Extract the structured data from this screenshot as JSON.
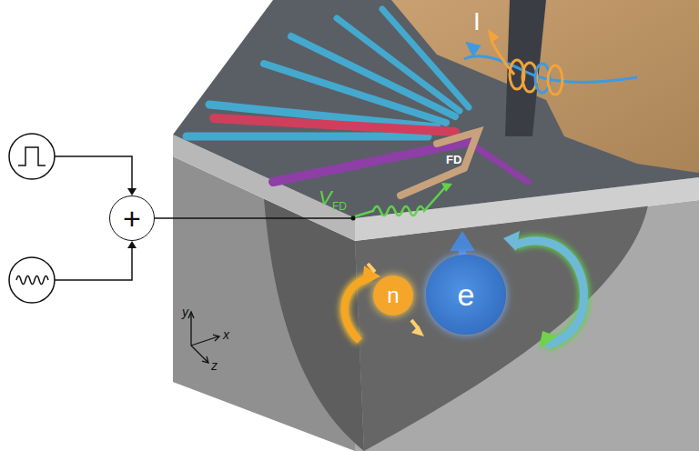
{
  "diagram": {
    "nodes": [
      {
        "text": [
          "+"
        ]
      },
      {
        "text": [
          "n"
        ]
      },
      {
        "text": [
          "e"
        ]
      }
    ],
    "labels": [
      "I",
      "FD",
      "V",
      "FD",
      "y",
      "x",
      "z"
    ]
  }
}
